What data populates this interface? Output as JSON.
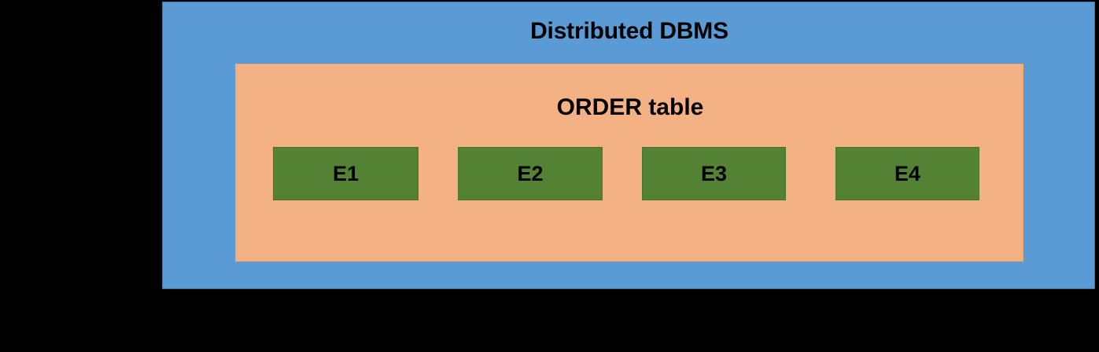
{
  "diagram": {
    "background_color": "#000000",
    "outer": {
      "title": "Distributed DBMS",
      "fill_color": "#5B9BD5",
      "border_color": "#41719C"
    },
    "inner": {
      "title": "ORDER table",
      "fill_color": "#F4B183",
      "border_color": "#F0A868"
    },
    "fragments": {
      "fill_color": "#548235",
      "border_color": "#4A742F",
      "items": [
        {
          "label": "E1"
        },
        {
          "label": "E2"
        },
        {
          "label": "E3"
        },
        {
          "label": "E4"
        }
      ]
    }
  }
}
